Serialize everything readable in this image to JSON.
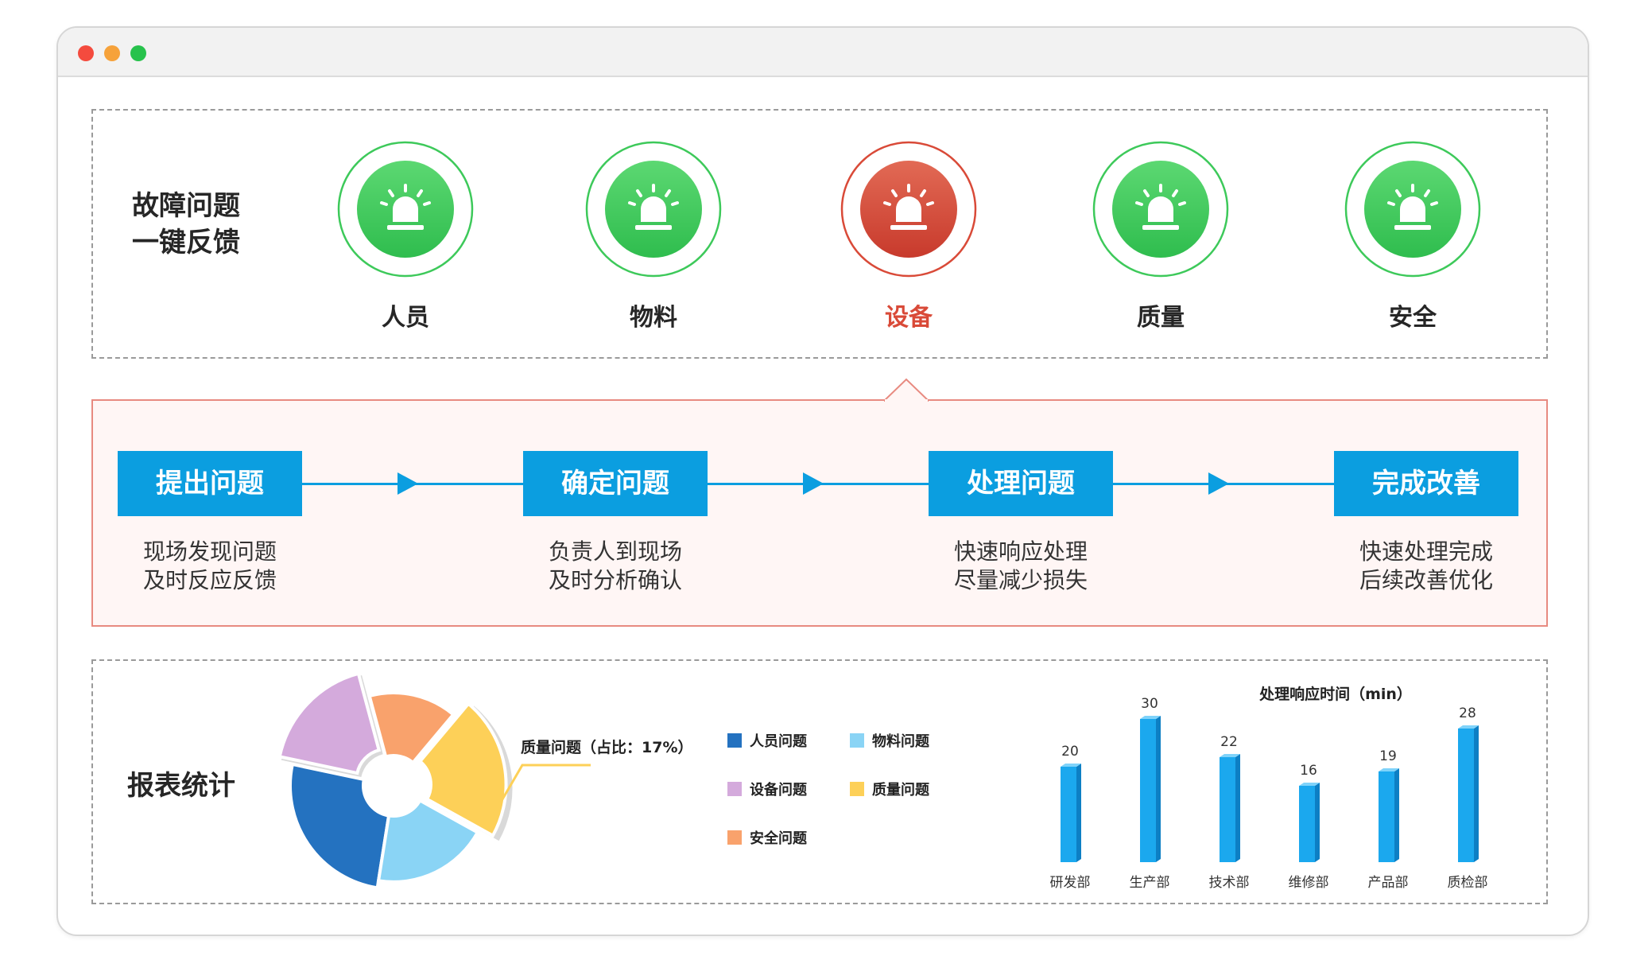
{
  "window": {
    "controls": [
      {
        "name": "close",
        "color": "#f44b3e"
      },
      {
        "name": "minimize",
        "color": "#f6a23a"
      },
      {
        "name": "maximize",
        "color": "#27c24c"
      }
    ]
  },
  "feedback": {
    "title_line1": "故障问题",
    "title_line2": "一键反馈",
    "selected": "设备",
    "categories": [
      {
        "label": "人员",
        "status": "normal",
        "icon": "alarm-light-icon"
      },
      {
        "label": "物料",
        "status": "normal",
        "icon": "alarm-light-icon"
      },
      {
        "label": "设备",
        "status": "active",
        "icon": "alarm-light-icon"
      },
      {
        "label": "质量",
        "status": "normal",
        "icon": "alarm-light-icon"
      },
      {
        "label": "安全",
        "status": "normal",
        "icon": "alarm-light-icon"
      }
    ],
    "colors": {
      "normal": "#3dc95a",
      "active": "#d94a38",
      "active_text": "#d94a38"
    }
  },
  "process": {
    "steps": [
      {
        "label": "提出问题",
        "desc_line1": "现场发现问题",
        "desc_line2": "及时反应反馈"
      },
      {
        "label": "确定问题",
        "desc_line1": "负责人到现场",
        "desc_line2": "及时分析确认"
      },
      {
        "label": "处理问题",
        "desc_line1": "快速响应处理",
        "desc_line2": "尽量减少损失"
      },
      {
        "label": "完成改善",
        "desc_line1": "快速处理完成",
        "desc_line2": "后续改善优化"
      }
    ],
    "accent": "#0b9ee0"
  },
  "report": {
    "title": "报表统计",
    "pie_callout": "质量问题（占比：17%）",
    "legend": [
      {
        "label": "人员问题",
        "color": "#2472c0"
      },
      {
        "label": "物料问题",
        "color": "#8ad4f5"
      },
      {
        "label": "设备问题",
        "color": "#d4aadc"
      },
      {
        "label": "质量问题",
        "color": "#fdd058"
      },
      {
        "label": "安全问题",
        "color": "#f9a26c"
      }
    ]
  },
  "chart_data": [
    {
      "type": "pie",
      "title": "",
      "slices": [
        {
          "label": "人员问题",
          "color": "#2472c0",
          "start_deg": 189,
          "end_deg": 282,
          "radius": 1.0,
          "explode": 0
        },
        {
          "label": "物料问题",
          "color": "#8ad4f5",
          "start_deg": 119,
          "end_deg": 189,
          "radius": 0.93,
          "explode": 0
        },
        {
          "label": "质量问题",
          "color": "#fdd058",
          "start_deg": 40,
          "end_deg": 119,
          "radius": 1.02,
          "explode": 0.07,
          "percent": 17
        },
        {
          "label": "安全问题",
          "color": "#f9a26c",
          "start_deg": -15,
          "end_deg": 40,
          "radius": 0.9,
          "explode": 0
        },
        {
          "label": "设备问题",
          "color": "#d4aadc",
          "start_deg": -78,
          "end_deg": -15,
          "radius": 1.06,
          "explode": 0.09
        }
      ],
      "donut_hole": true
    },
    {
      "type": "bar",
      "title": "处理响应时间（min）",
      "categories": [
        "研发部",
        "生产部",
        "技术部",
        "维修部",
        "产品部",
        "质检部"
      ],
      "values": [
        20,
        30,
        22,
        16,
        19,
        28
      ],
      "ylim": [
        0,
        30
      ],
      "bar_color": "#1ba8ee",
      "grid": false
    }
  ]
}
